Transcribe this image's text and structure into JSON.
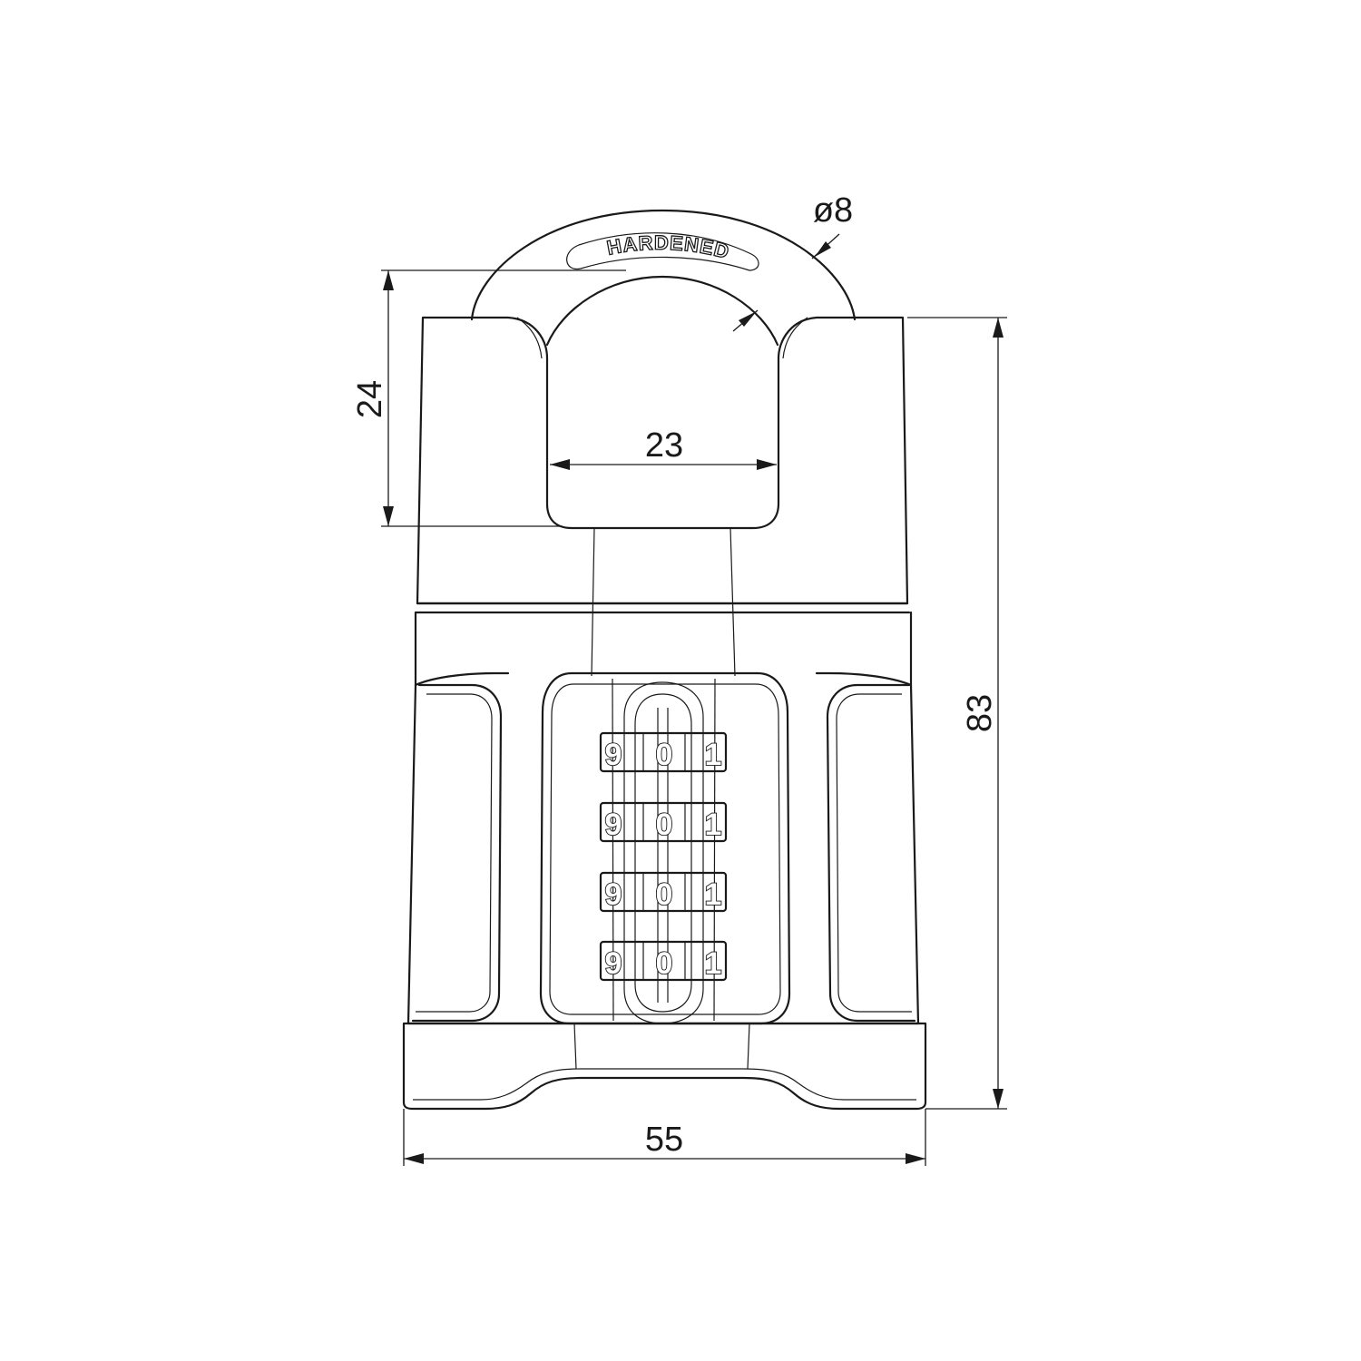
{
  "dimensions": {
    "shackle_diameter": "ø8",
    "shackle_clearance_height": "24",
    "shackle_inner_width": "23",
    "overall_height": "83",
    "body_width": "55"
  },
  "shackle_stamp": "HARDENED",
  "dials": [
    [
      "9",
      "0",
      "1"
    ],
    [
      "9",
      "0",
      "1"
    ],
    [
      "9",
      "0",
      "1"
    ],
    [
      "9",
      "0",
      "1"
    ]
  ]
}
